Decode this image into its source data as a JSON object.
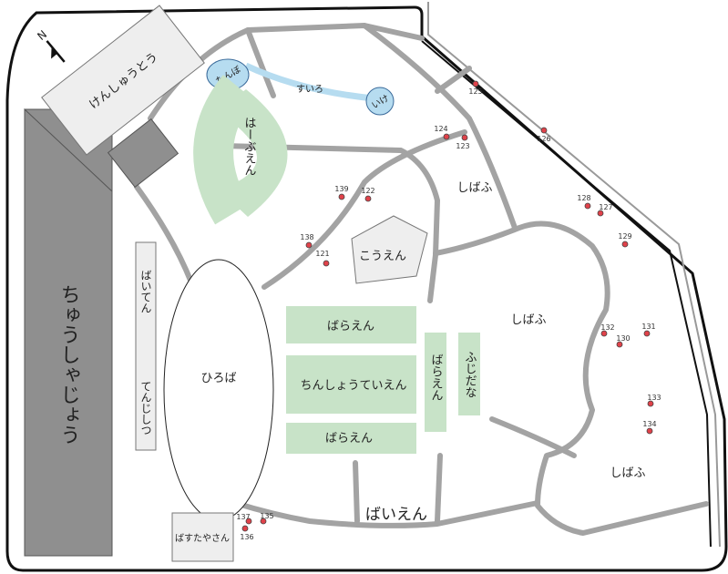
{
  "buildings": {
    "kenshuto": "けんしゅうとう",
    "bastei": "ばすたやさん",
    "baiten": "ばいてん",
    "tenjishitsu": "てんじしつ"
  },
  "parking": "ちゅうしゃじょう",
  "plaza": "ひろば",
  "gardens": {
    "herb": "はーぶえん",
    "rose_top": "ばらえん",
    "ornamental": "ちんしょうていえん",
    "rose_bottom": "ばらえん",
    "rose_vertical": "ばらえん",
    "wisteria": "ふじだな",
    "kouen": "こうえん"
  },
  "water": {
    "tanbo": "たんぼ",
    "suiro": "すいろ",
    "ike": "いけ"
  },
  "lawns": {
    "top": "しばふ",
    "middle": "しばふ",
    "bottom": "しばふ"
  },
  "baien": "ばいえん",
  "compass": "N",
  "markers": [
    {
      "label": "121"
    },
    {
      "label": "122"
    },
    {
      "label": "123"
    },
    {
      "label": "124"
    },
    {
      "label": "125"
    },
    {
      "label": "126"
    },
    {
      "label": "127"
    },
    {
      "label": "128"
    },
    {
      "label": "129"
    },
    {
      "label": "130"
    },
    {
      "label": "131"
    },
    {
      "label": "132"
    },
    {
      "label": "133"
    },
    {
      "label": "134"
    },
    {
      "label": "135"
    },
    {
      "label": "136"
    },
    {
      "label": "137"
    },
    {
      "label": "138"
    },
    {
      "label": "139"
    }
  ],
  "colors": {
    "road": "#a3a3a3",
    "garden": "#c8e3c8",
    "water": "#b6dcf0",
    "marker": "#e0424a",
    "parking": "#8f8f8f",
    "building": "#eeeeee"
  }
}
